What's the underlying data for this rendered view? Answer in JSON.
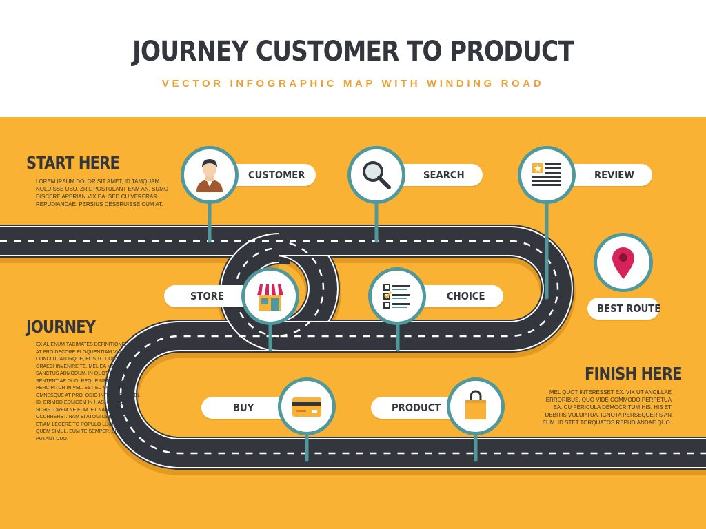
{
  "header": {
    "title": "JOURNEY CUSTOMER TO PRODUCT",
    "subtitle": "VECTOR INFOGRAPHIC MAP WITH WINDING ROAD"
  },
  "sections": {
    "start": {
      "heading": "START HERE",
      "text": "LOREM IPSUM DOLOR SIT AMET, ID TAMQUAM NOLUISSE USU. ZRIL POSTULANT EAM AN, SUMO DISCERE APERIAN VIX EA. SED CU VERERAR REPUDIANDAE. PERSIUS DESERUISSE CUM AT."
    },
    "journey": {
      "heading": "JOURNEY",
      "text": "EX ALIENUM TACIMATES DEFINITIONES EOS. AT PRO DECORE ELOQUENTIAM VIA CONCLUDATURQUE, EOS TO CONSUL GRAECI INVENIRE TE. MEL EA MAZIM SANCTUS ADMODUM. IN QUOT TORQUATOS SENTENTIAE DUO, REQUE MENTITUM AT PERCIPITUR IN VEL. EST EU VOLUMUS OMNESQUE AT PRO, ODIO INTELLEGAM VEL ID. ERIMOD EQUIDEM IN HAS, HABEO SCRIPTOREM NE EUM. ET NAM TALE FUGIT OCURRERET. NAM EI ATQUI DEBITIS FASTIDII. ETIAM LEGERE TO POPULO LUCILIUS SED. QUEM SIMUL. EUM TE SEMPER, EI EIUS PUTANT DUO."
    },
    "finish": {
      "heading": "FINISH HERE",
      "text": "MEL QUOT INTERESSET EX. VIX UT ANCILLAE ERRORIBUS, QUO VIDE COMMODO PERPETUA EA. CU PERICULA DEMOCRITUM HIS. HIS ET DEBITIS VOLUPTUA. IGNOTA PERSEQUERIS AN EUM. ID STET TORQUATOS REPUDIANDAE QUO."
    }
  },
  "stops": {
    "customer": "CUSTOMER",
    "search": "SEARCH",
    "review": "REVIEW",
    "store": "STORE",
    "choice": "CHOICE",
    "best_route": "BEST ROUTE",
    "buy": "BUY",
    "product": "PRODUCT"
  },
  "colors": {
    "background": "#f9b233",
    "road": "#33373d",
    "road_line": "#ffffff",
    "pin_ring": "#4f989c",
    "text": "#33373d",
    "subtitle": "#eaa234",
    "marker": "#d6245a"
  },
  "icons": {
    "customer": "person-icon",
    "search": "magnifier-icon",
    "review": "review-list-icon",
    "store": "store-icon",
    "choice": "checklist-icon",
    "best_route": "location-marker-icon",
    "buy": "credit-card-icon",
    "product": "shopping-bag-icon"
  }
}
